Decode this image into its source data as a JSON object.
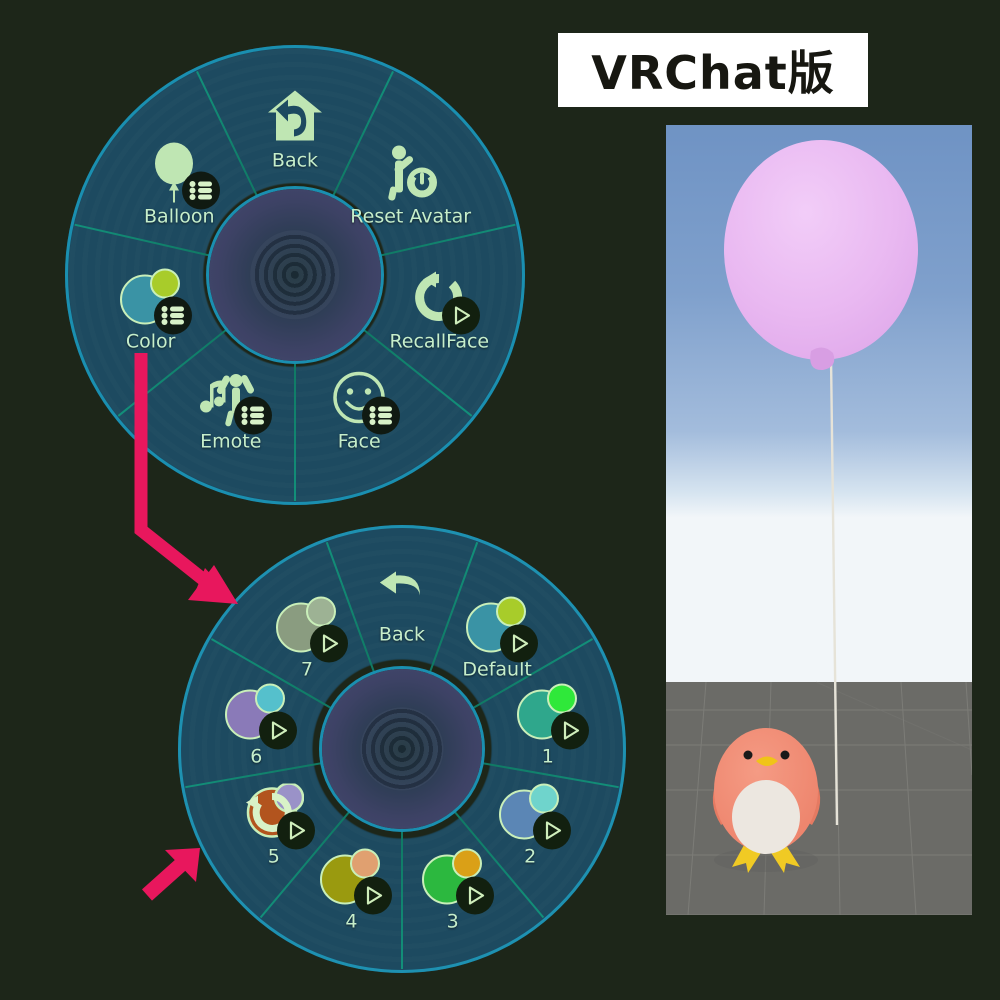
{
  "title": {
    "text": "VRChat版"
  },
  "colors": {
    "background": "#1d2619",
    "wheel_fill": "#1d4a60",
    "wheel_ring": "#1a8fb0",
    "spoke": "#12907a",
    "label": "#c6eecb",
    "icon": "#bfe6b3",
    "arrow": "#e8175d",
    "hub": "#474a72",
    "title_card_bg": "#ffffff",
    "title_text": "#171711"
  },
  "main_menu": {
    "name": "main-radial-menu",
    "items": [
      {
        "label": "Back",
        "icon": "home-back-icon",
        "badge": "none"
      },
      {
        "label": "Reset Avatar",
        "icon": "avatar-power-icon",
        "badge": "none"
      },
      {
        "label": "RecallFace",
        "icon": "refresh-icon",
        "badge": "play"
      },
      {
        "label": "Face",
        "icon": "smiley-icon",
        "badge": "list"
      },
      {
        "label": "Emote",
        "icon": "dancing-music-icon",
        "badge": "list"
      },
      {
        "label": "Color",
        "icon": "color-swatch-icon",
        "badge": "list",
        "swatch": {
          "big": "#3a93a5",
          "small": "#a8cc2a"
        }
      },
      {
        "label": "Balloon",
        "icon": "balloon-icon",
        "badge": "list"
      }
    ]
  },
  "color_menu": {
    "name": "color-radial-submenu",
    "items": [
      {
        "label": "Back",
        "icon": "back-arrow-icon",
        "badge": "none"
      },
      {
        "label": "Default",
        "icon": "color-swatch-icon",
        "badge": "play",
        "swatch": {
          "big": "#3a93a5",
          "small": "#a8cc2a"
        }
      },
      {
        "label": "1",
        "icon": "color-swatch-icon",
        "badge": "play",
        "swatch": {
          "big": "#2fa78c",
          "small": "#2fe83a"
        }
      },
      {
        "label": "2",
        "icon": "color-swatch-icon",
        "badge": "play",
        "swatch": {
          "big": "#5b86b5",
          "small": "#6fd4cc"
        }
      },
      {
        "label": "3",
        "icon": "color-swatch-icon",
        "badge": "play",
        "swatch": {
          "big": "#2cb83f",
          "small": "#daa017"
        }
      },
      {
        "label": "4",
        "icon": "color-swatch-icon",
        "badge": "play",
        "swatch": {
          "big": "#9a9a0f",
          "small": "#e0a070"
        }
      },
      {
        "label": "5",
        "icon": "rainbow-cycle-icon",
        "badge": "play",
        "swatch": {
          "big": "#b2541e",
          "small": "#9a92c8"
        }
      },
      {
        "label": "6",
        "icon": "color-swatch-icon",
        "badge": "play",
        "swatch": {
          "big": "#8a7ab8",
          "small": "#55c0cc"
        }
      },
      {
        "label": "7",
        "icon": "color-swatch-icon",
        "badge": "play",
        "swatch": {
          "big": "#8a9c80",
          "small": "#9db294"
        }
      }
    ]
  },
  "annotations": [
    {
      "name": "arrow-color-to-submenu",
      "from": "Color",
      "to": "color-radial-submenu",
      "color": "#e8175d"
    },
    {
      "name": "arrow-pointing-submenu",
      "color": "#e8175d"
    }
  ],
  "preview": {
    "name": "vrchat-avatar-preview",
    "scene": {
      "sky_top": "#6f93c4",
      "sky_bottom": "#eef4f8",
      "ground": "#6b6b67",
      "balloon_color": "#e8b4f0",
      "balloon_string": "#e6e3d8",
      "avatar_body": "#f08a72",
      "avatar_belly": "#ece7e0",
      "avatar_beak": "#f0c418",
      "avatar_feet": "#f0c418",
      "avatar_eye": "#1a1a1a"
    }
  }
}
